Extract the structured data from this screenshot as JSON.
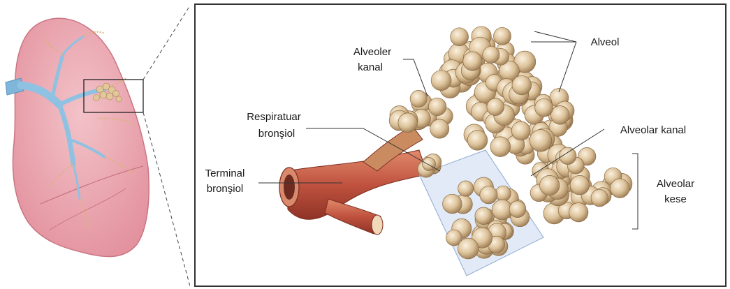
{
  "labels": {
    "alveoler_kanal_1": "Alveoler",
    "alveoler_kanal_2": "kanal",
    "alveol": "Alveol",
    "respiratuar_1": "Respiratuar",
    "respiratuar_2": "bronşiol",
    "alveolar_kanal": "Alveolar kanal",
    "terminal_1": "Terminal",
    "terminal_2": "bronşiol",
    "alveolar_kese_1": "Alveolar",
    "alveolar_kese_2": "kese"
  },
  "colors": {
    "lung": "#e9a2ad",
    "bronchi": "#8fc1e3",
    "alveoli": "#dcc29a",
    "bronchiole": "#c0523f",
    "frame": "#333333",
    "sac_overlay": "#bcd0ea"
  }
}
